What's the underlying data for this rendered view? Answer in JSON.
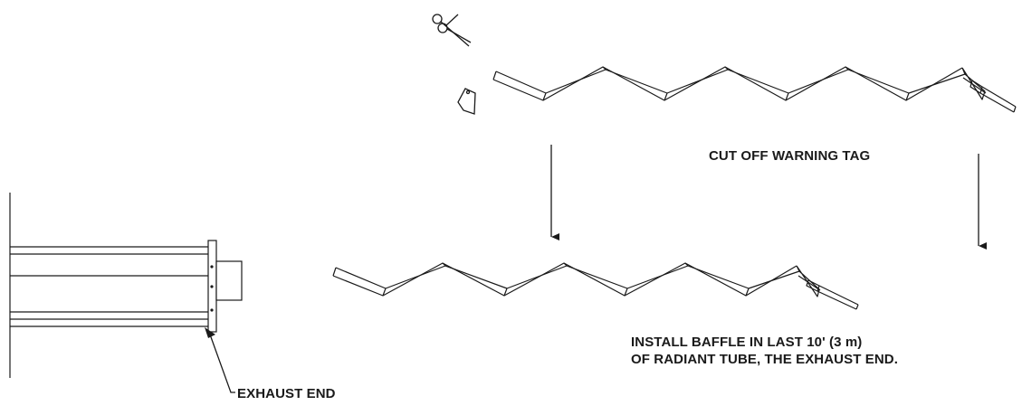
{
  "labels": {
    "cut_off_tag": "CUT OFF WARNING TAG",
    "install_line1": "INSTALL BAFFLE IN LAST 10' (3 m)",
    "install_line2": "OF RADIANT TUBE, THE EXHAUST END.",
    "exhaust_end": "EXHAUST END"
  },
  "icons": {
    "scissors": "scissors-icon",
    "tag": "warning-tag-icon"
  },
  "colors": {
    "line": "#1a1a1a",
    "background": "#ffffff"
  }
}
